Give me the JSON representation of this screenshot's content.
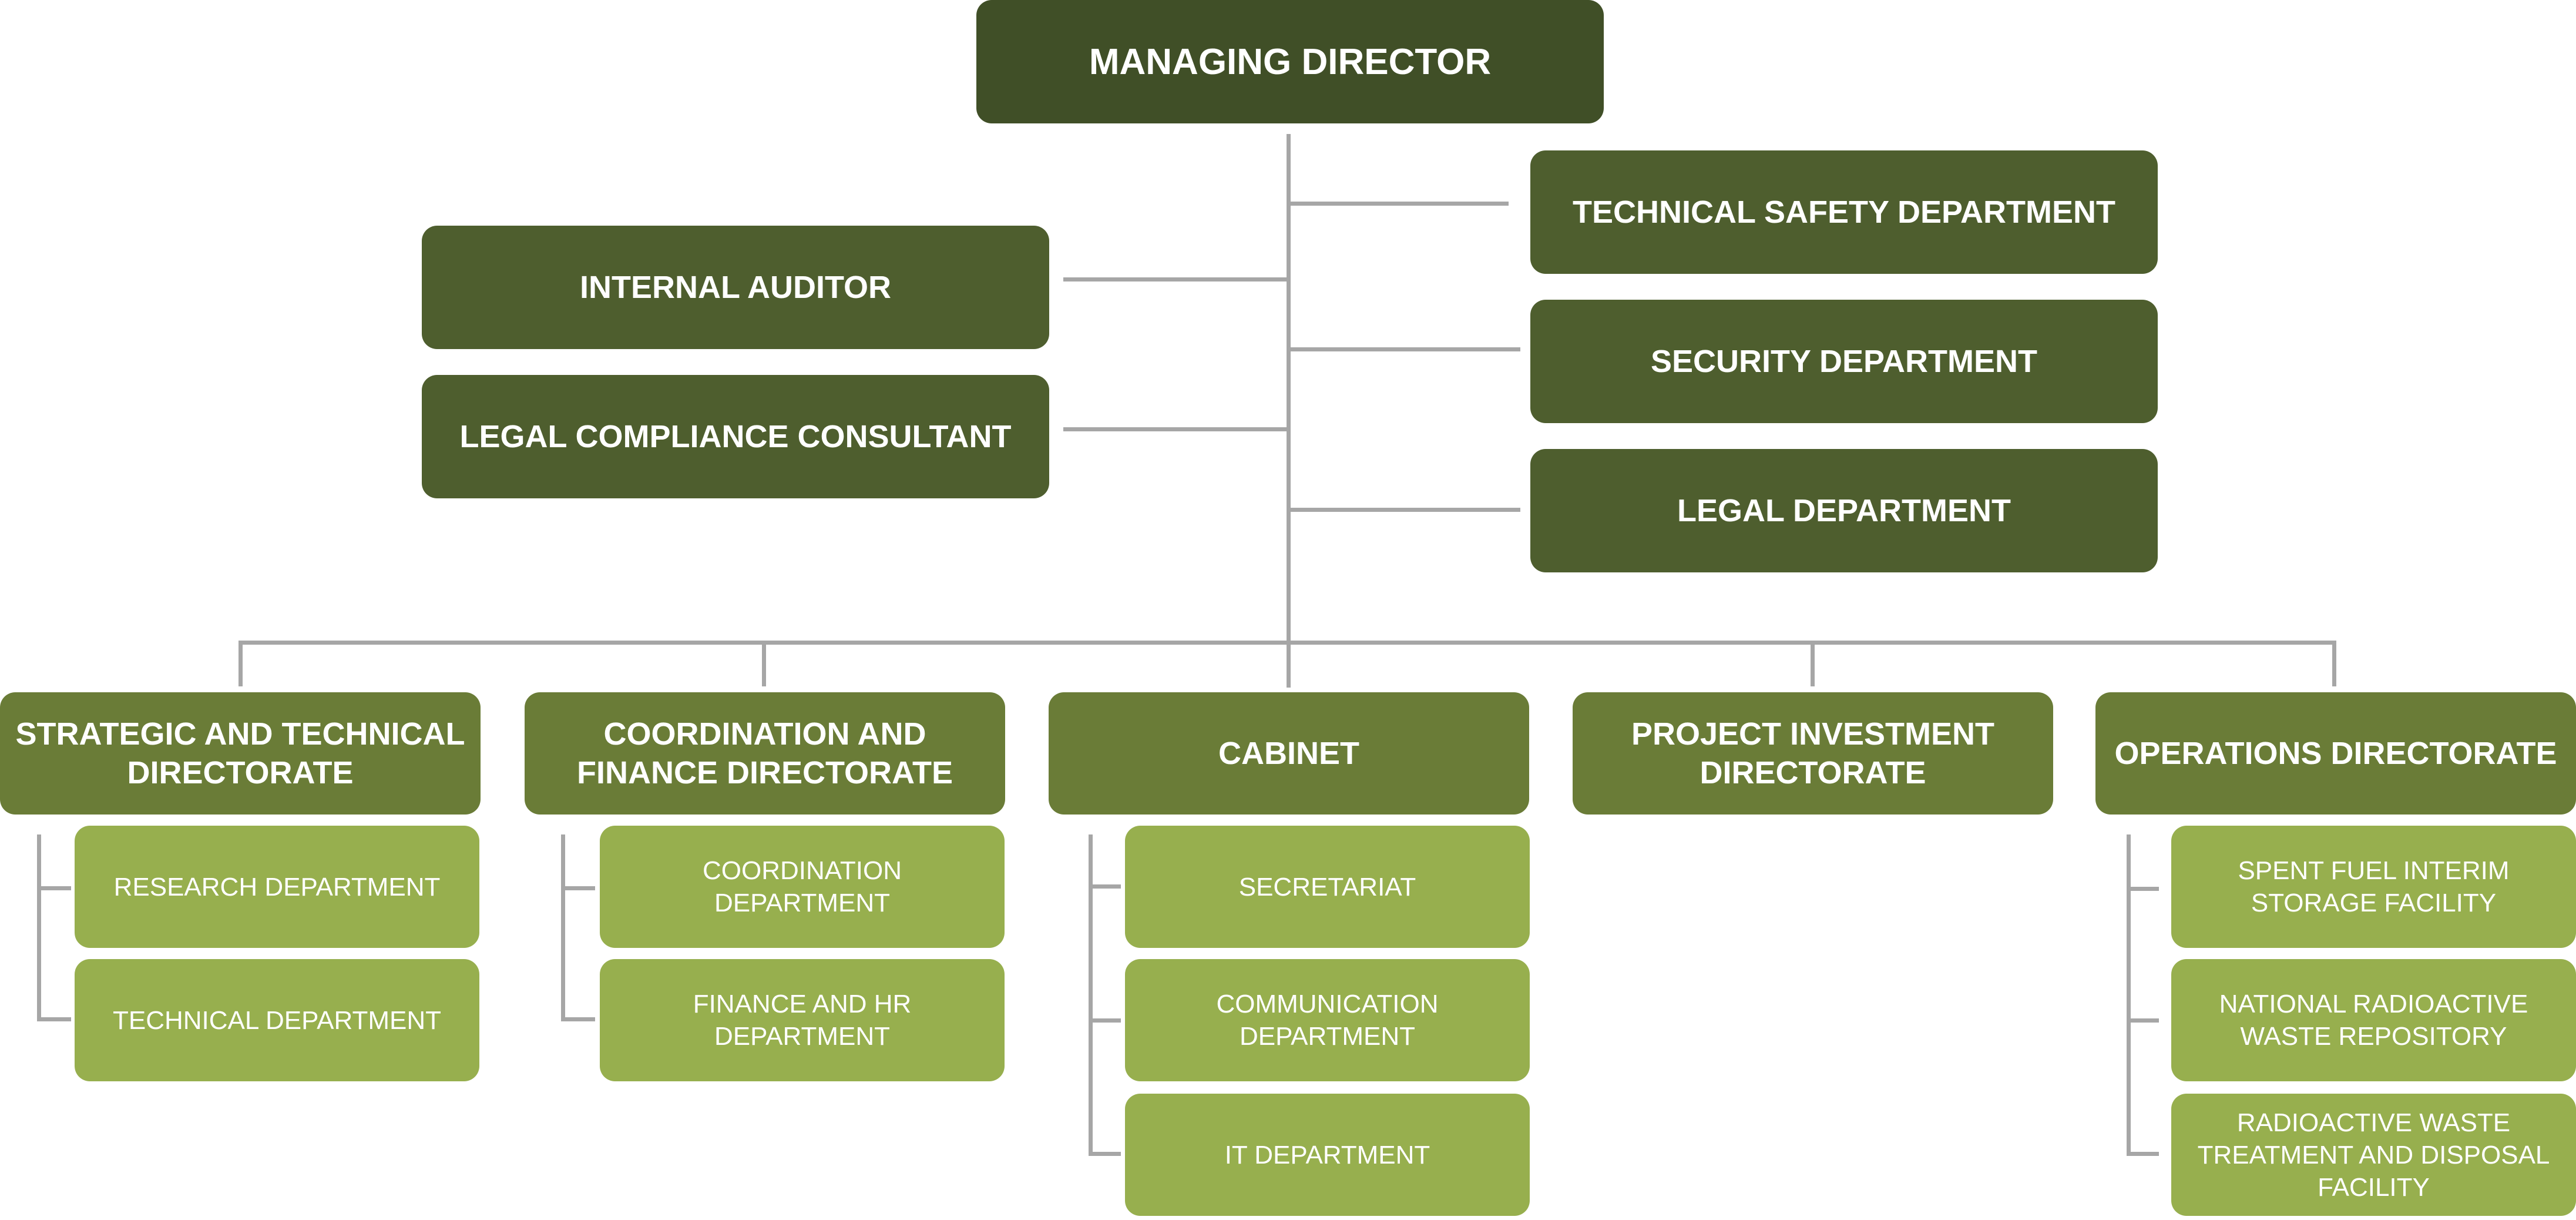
{
  "colors": {
    "top": "#404F27",
    "staff": "#4E5E2E",
    "directorate": "#6A7C37",
    "department": "#97AF4E",
    "connector": "#A6A6A6"
  },
  "managing_director": "MANAGING DIRECTOR",
  "staff_left": [
    "INTERNAL AUDITOR",
    "LEGAL COMPLIANCE CONSULTANT"
  ],
  "staff_right": [
    "TECHNICAL SAFETY DEPARTMENT",
    "SECURITY DEPARTMENT",
    "LEGAL DEPARTMENT"
  ],
  "directorates": [
    {
      "name": "STRATEGIC AND TECHNICAL DIRECTORATE",
      "departments": [
        "RESEARCH DEPARTMENT",
        "TECHNICAL DEPARTMENT"
      ]
    },
    {
      "name": "COORDINATION AND FINANCE DIRECTORATE",
      "departments": [
        "COORDINATION DEPARTMENT",
        "FINANCE AND HR DEPARTMENT"
      ]
    },
    {
      "name": "CABINET",
      "departments": [
        "SECRETARIAT",
        "COMMUNICATION DEPARTMENT",
        "IT DEPARTMENT"
      ]
    },
    {
      "name": "PROJECT INVESTMENT DIRECTORATE",
      "departments": []
    },
    {
      "name": "OPERATIONS DIRECTORATE",
      "departments": [
        "SPENT FUEL INTERIM STORAGE FACILITY",
        "NATIONAL RADIOACTIVE WASTE REPOSITORY",
        "RADIOACTIVE WASTE TREATMENT AND DISPOSAL FACILITY"
      ]
    }
  ]
}
